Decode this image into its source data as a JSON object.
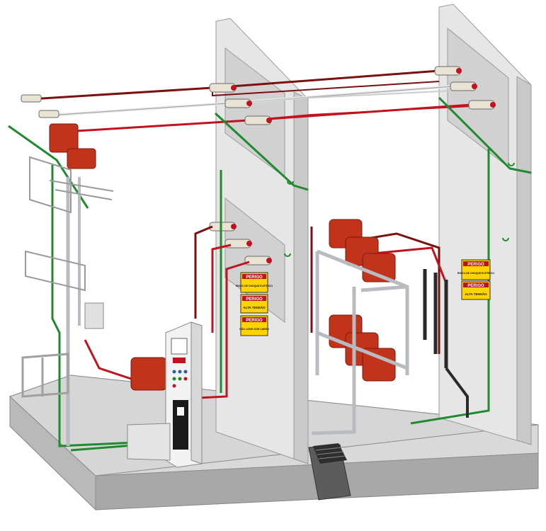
{
  "colors": {
    "wall": "#e6e6e6",
    "wall_side": "#c9c9c9",
    "floor": "#d9d9d9",
    "floor_edge": "#9c9c9c",
    "ground_wire": "#1f8a2e",
    "red_wire": "#c1121f",
    "dark_red_wire": "#7a1010",
    "equipment": "#c2331b",
    "sign_bg": "#ffd400",
    "sign_band": "#c1121f",
    "steel": "#c8ccd0",
    "panel": "#f2f2f2"
  },
  "signs": {
    "left": [
      {
        "title": "PERIGO",
        "text": "RISCO DE CHOQUE ELÉTRICO"
      },
      {
        "title": "PERIGO",
        "text": "ALTA TENSÃO"
      },
      {
        "title": "PERIGO",
        "text": "NÃO LIGUE SOB CARGA"
      }
    ],
    "right": [
      {
        "title": "PERIGO",
        "text": "RISCO DE CHOQUE ELÉTRICO"
      },
      {
        "title": "PERIGO",
        "text": "ALTA TENSÃO"
      }
    ]
  }
}
